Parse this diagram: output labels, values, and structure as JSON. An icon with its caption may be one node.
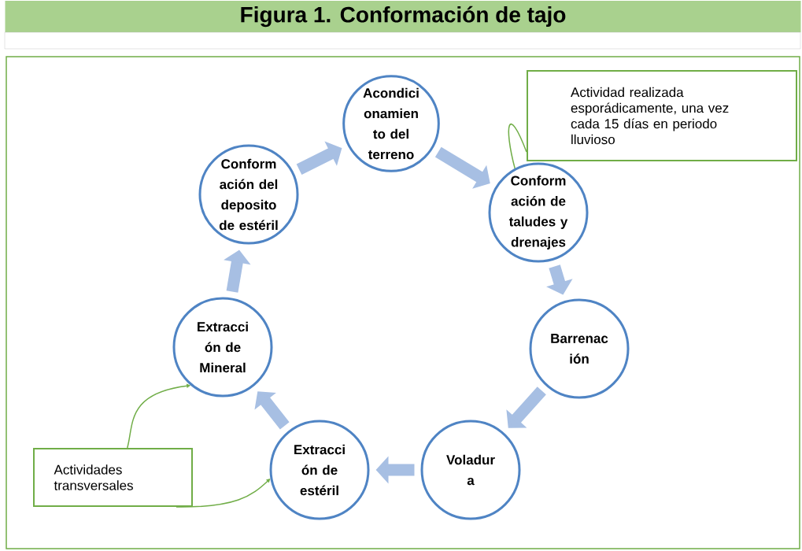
{
  "diagram": {
    "title": "Figura 1. Conformación de tajo",
    "nodes": [
      {
        "text": [
          "Acondici onamien to del terreno"
        ]
      },
      {
        "text": [
          "Conform ación de taludes y drenajes"
        ]
      },
      {
        "text": [
          "Barrenac ión"
        ]
      },
      {
        "text": [
          "Voladur a"
        ]
      },
      {
        "text": [
          "Extracci ón de estéril"
        ]
      },
      {
        "text": [
          "Extracci ón de Mineral"
        ]
      },
      {
        "text": [
          "Conform ación del deposito de estéril"
        ]
      },
      {
        "text": [
          "Actividad realizada esporádicamente, una vez cada 15 días en periodo lluvioso"
        ]
      },
      {
        "text": [
          "Actividades transversales"
        ]
      }
    ],
    "edges": [
      {
        "from": 6,
        "to": 0,
        "arrow": "to"
      },
      {
        "from": 0,
        "to": 1,
        "arrow": "to"
      },
      {
        "from": 1,
        "to": 2,
        "arrow": "to"
      },
      {
        "from": 2,
        "to": 3,
        "arrow": "to"
      },
      {
        "from": 3,
        "to": 4,
        "arrow": "to"
      },
      {
        "from": 4,
        "to": 5,
        "arrow": "to"
      },
      {
        "from": 5,
        "to": 6,
        "arrow": "to"
      },
      {
        "from": 7,
        "to": 1,
        "arrow": "none",
        "color": "#70ad47"
      },
      {
        "from": 8,
        "to": 5,
        "arrow": "to",
        "color": "#70ad47"
      },
      {
        "from": 8,
        "to": 4,
        "arrow": "to",
        "color": "#70ad47"
      }
    ]
  }
}
